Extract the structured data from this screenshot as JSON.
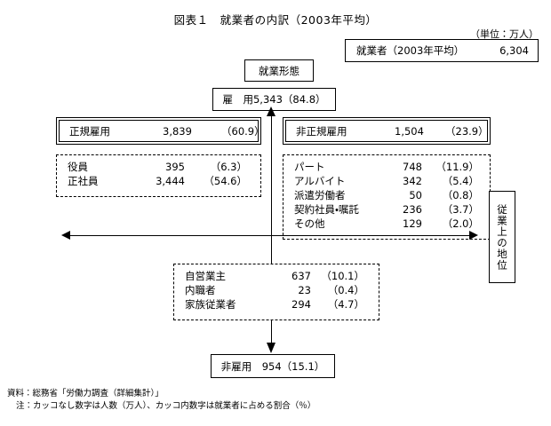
{
  "title": "図表１　就業者の内訳（2003年平均）",
  "unit_note": "（単位：万人）",
  "total": {
    "label": "就業者（2003年平均）",
    "value": "6,304"
  },
  "employment_type_label": "就業形態",
  "employed": {
    "label": "雇　用5,343（84.8）"
  },
  "regular": {
    "label": "正規雇用",
    "value": "3,839",
    "share": "（60.9）",
    "items": [
      {
        "label": "役員",
        "value": "395",
        "share": "（6.3）"
      },
      {
        "label": "正社員",
        "value": "3,444",
        "share": "（54.6）"
      }
    ]
  },
  "nonregular": {
    "label": "非正規雇用",
    "value": "1,504",
    "share": "（23.9）",
    "items": [
      {
        "label": "パート",
        "value": "748",
        "share": "（11.9）"
      },
      {
        "label": "アルバイト",
        "value": "342",
        "share": "（5.4）"
      },
      {
        "label": "派遣労働者",
        "value": "50",
        "share": "（0.8）"
      },
      {
        "label": "契約社員・嘱託",
        "value": "236",
        "share": "（3.7）"
      },
      {
        "label": "その他",
        "value": "129",
        "share": "（2.0）"
      }
    ]
  },
  "selfemployed": {
    "items": [
      {
        "label": "自営業主",
        "value": "637",
        "share": "（10.1）"
      },
      {
        "label": "内職者",
        "value": "23",
        "share": "（0.4）"
      },
      {
        "label": "家族従業者",
        "value": "294",
        "share": "（4.7）"
      }
    ]
  },
  "nonemployed": {
    "label": "非雇用　954（15.1）"
  },
  "status_axis_label": "従業上の地位",
  "footer": {
    "source": "資料：総務省「労働力調査（詳細集計）」",
    "note": "注：カッコなし数字は人数（万人）、カッコ内数字は就業者に占める割合（％）"
  },
  "chart_data": {
    "type": "diagram",
    "title": "図表１　就業者の内訳（2003年平均）",
    "unit": "万人",
    "total_value": 6304,
    "nodes": [
      {
        "name": "就業者（2003年平均）",
        "value": 6304,
        "share": null
      },
      {
        "name": "雇用",
        "value": 5343,
        "share": 84.8
      },
      {
        "name": "正規雇用",
        "value": 3839,
        "share": 60.9
      },
      {
        "name": "役員",
        "value": 395,
        "share": 6.3
      },
      {
        "name": "正社員",
        "value": 3444,
        "share": 54.6
      },
      {
        "name": "非正規雇用",
        "value": 1504,
        "share": 23.9
      },
      {
        "name": "パート",
        "value": 748,
        "share": 11.9
      },
      {
        "name": "アルバイト",
        "value": 342,
        "share": 5.4
      },
      {
        "name": "派遣労働者",
        "value": 50,
        "share": 0.8
      },
      {
        "name": "契約社員・嘱託",
        "value": 236,
        "share": 3.7
      },
      {
        "name": "その他",
        "value": 129,
        "share": 2.0
      },
      {
        "name": "非雇用",
        "value": 954,
        "share": 15.1
      },
      {
        "name": "自営業主",
        "value": 637,
        "share": 10.1
      },
      {
        "name": "内職者",
        "value": 23,
        "share": 0.4
      },
      {
        "name": "家族従業者",
        "value": 294,
        "share": 4.7
      }
    ],
    "axes": [
      "就業形態",
      "従業上の地位"
    ]
  }
}
